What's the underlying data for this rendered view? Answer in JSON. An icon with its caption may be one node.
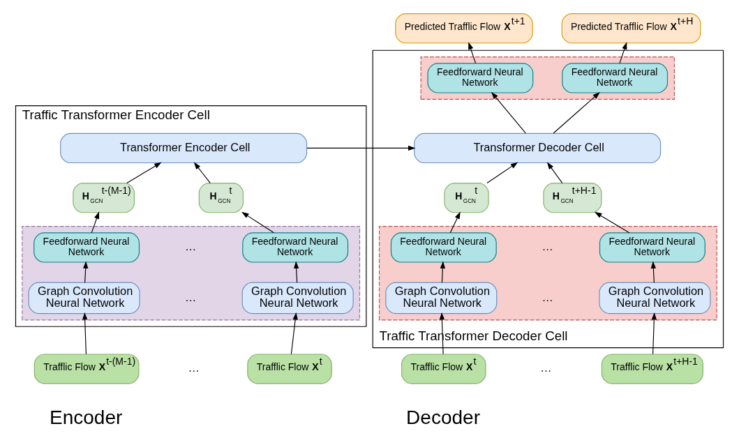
{
  "diagram": {
    "nodes": [
      {
        "text": [
          "Traffic Transformer Encoder Cell"
        ]
      },
      {
        "text": [
          "Transformer Encoder Cell"
        ],
        "in": 0
      },
      {
        "text": [
          "**H**$_{GCN}$$^{t-(M-1)}$"
        ],
        "in": 0
      },
      {
        "text": [
          "**H**$_{GCN}$$^{t}$"
        ],
        "in": 0
      },
      {
        "text": [],
        "shape": "box",
        "in": 0
      },
      {
        "text": [
          "Feedforward Neural Network"
        ],
        "in": 4
      },
      {
        "text": [
          "Feedforward Neural Network"
        ],
        "in": 4
      },
      {
        "text": [
          "Graph Convolution Neural Network"
        ],
        "in": 4
      },
      {
        "text": [
          "Graph Convolution Neural Network"
        ],
        "in": 4
      },
      {
        "text": [
          "Trafflic Flow **X**$^{t-(M-1)}$"
        ]
      },
      {
        "text": [
          "Trafflic Flow **X**$^{t}$"
        ]
      },
      {
        "text": [
          "Traffic Transformer Decoder Cell"
        ]
      },
      {
        "text": [],
        "shape": "box",
        "in": 11
      },
      {
        "text": [
          "Feedforward Neural Network"
        ],
        "in": 12
      },
      {
        "text": [
          "Feedforward Neural Network"
        ],
        "in": 12
      },
      {
        "text": [
          "Transformer Decoder Cell"
        ],
        "in": 11
      },
      {
        "text": [
          "**H**$_{GCN}$$^{t}$"
        ],
        "in": 11
      },
      {
        "text": [
          "**H**$_{GCN}$$^{t+H-1}$"
        ],
        "in": 11
      },
      {
        "text": [],
        "shape": "box",
        "in": 11
      },
      {
        "text": [
          "Feedforward Neural Network"
        ],
        "in": 18
      },
      {
        "text": [
          "Feedforward Neural Network"
        ],
        "in": 18
      },
      {
        "text": [
          "Graph Convolution Neural Network"
        ],
        "in": 18
      },
      {
        "text": [
          "Graph Convolution Neural Network"
        ],
        "in": 18
      },
      {
        "text": [
          "Trafflic Flow **X**$^{t}$"
        ]
      },
      {
        "text": [
          "Trafflic Flow **X**$^{t+H-1}$"
        ]
      },
      {
        "text": [
          "Predicted Trafflic Flow **X**$^{t+1}$"
        ]
      },
      {
        "text": [
          "Predicted Trafflic Flow **X**$^{t+H}$"
        ]
      }
    ],
    "edges": [
      {
        "from": 9,
        "to": 7,
        "arrow": "to"
      },
      {
        "from": 7,
        "to": 5,
        "arrow": "to"
      },
      {
        "from": 5,
        "to": 2,
        "arrow": "to"
      },
      {
        "from": 2,
        "to": 1,
        "arrow": "to"
      },
      {
        "from": 10,
        "to": 8,
        "arrow": "to"
      },
      {
        "from": 8,
        "to": 6,
        "arrow": "to"
      },
      {
        "from": 6,
        "to": 3,
        "arrow": "to"
      },
      {
        "from": 3,
        "to": 1,
        "arrow": "to"
      },
      {
        "from": 1,
        "to": 15,
        "arrow": "to"
      },
      {
        "from": 23,
        "to": 21,
        "arrow": "to"
      },
      {
        "from": 21,
        "to": 19,
        "arrow": "to"
      },
      {
        "from": 19,
        "to": 16,
        "arrow": "to"
      },
      {
        "from": 16,
        "to": 15,
        "arrow": "to"
      },
      {
        "from": 24,
        "to": 22,
        "arrow": "to"
      },
      {
        "from": 22,
        "to": 20,
        "arrow": "to"
      },
      {
        "from": 20,
        "to": 17,
        "arrow": "to"
      },
      {
        "from": 17,
        "to": 15,
        "arrow": "to"
      },
      {
        "from": 15,
        "to": 13,
        "arrow": "to"
      },
      {
        "from": 15,
        "to": 14,
        "arrow": "to"
      },
      {
        "from": 13,
        "to": 25,
        "arrow": "to"
      },
      {
        "from": 14,
        "to": 26,
        "arrow": "to"
      }
    ],
    "labels": [
      "…",
      "…",
      "…",
      "…",
      "…",
      "…",
      "Encoder",
      "Decoder"
    ]
  }
}
